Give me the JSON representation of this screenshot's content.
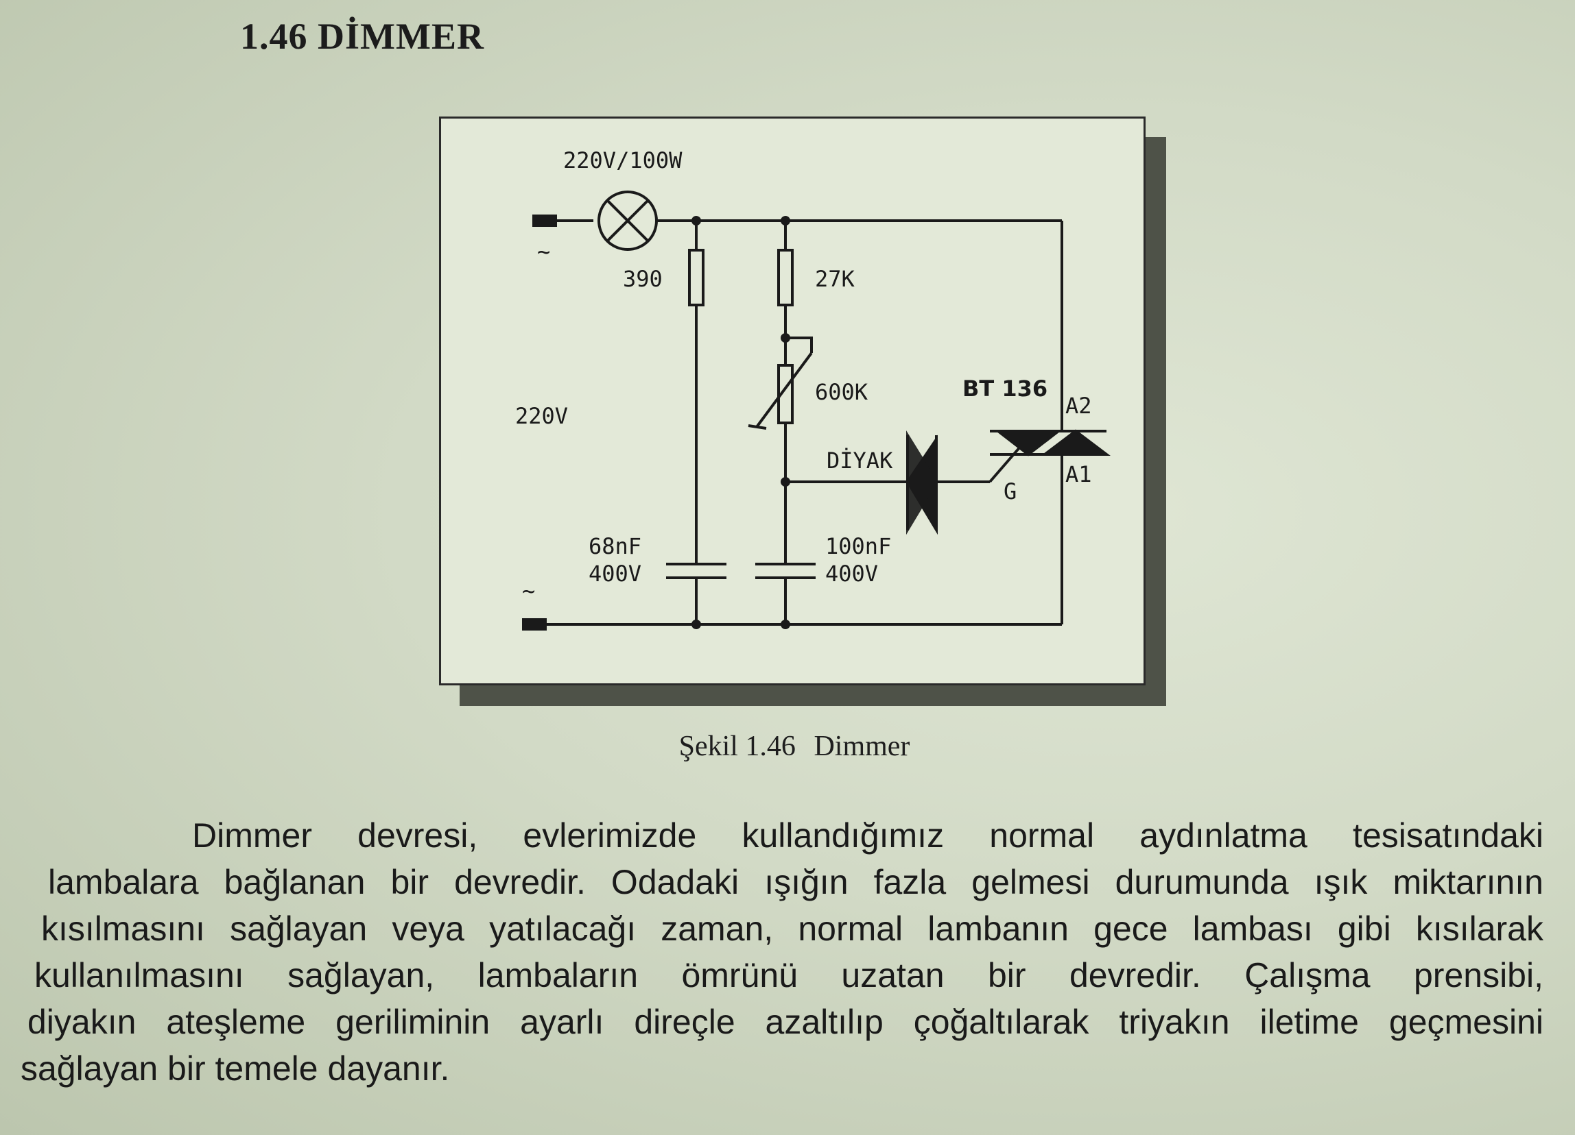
{
  "heading": "1.46 DİMMER",
  "figure": {
    "lamp_label": "220V/100W",
    "supply_label": "220V",
    "r1_label": "390",
    "r2_label": "27K",
    "pot_label": "600K",
    "triac_label": "BT 136",
    "a2_label": "A2",
    "a1_label": "A1",
    "gate_label": "G",
    "diac_label": "DİYAK",
    "c1_value": "68nF",
    "c1_voltage": "400V",
    "c2_value": "100nF",
    "c2_voltage": "400V",
    "ac_symbol": "~"
  },
  "caption": {
    "prefix": "Şekil 1.46",
    "title": "Dimmer"
  },
  "paragraph": {
    "lines": [
      "Dimmer devresi, evlerimizde kullandığımız normal aydınlatma tesisatındaki",
      "lambalara bağlanan bir devredir. Odadaki ışığın fazla gelmesi durumunda ışık miktarının",
      "kısılmasını sağlayan veya yatılacağı zaman, normal lambanın gece lambası gibi kısılarak",
      "kullanılmasını sağlayan, lambaların ömrünü uzatan bir devredir. Çalışma prensibi,",
      "diyakın ateşleme geriliminin ayarlı direçle azaltılıp çoğaltılarak triyakın iletime geçmesini",
      "sağlayan bir temele dayanır."
    ]
  }
}
